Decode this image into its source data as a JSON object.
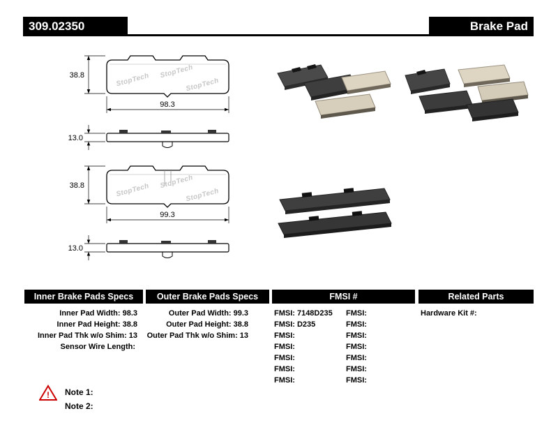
{
  "colors": {
    "header_bg": "#000000",
    "header_text": "#ffffff",
    "warning_red": "#cc0000"
  },
  "header": {
    "part_number": "309.02350",
    "product_name": "Brake Pad"
  },
  "diagrams": {
    "watermark": "StopTech",
    "inner_front": {
      "height": "38.8",
      "width": "98.3"
    },
    "inner_side": {
      "thickness": "13.0"
    },
    "outer_front": {
      "height": "38.8",
      "width": "99.3"
    },
    "outer_side": {
      "thickness": "13.0"
    }
  },
  "specs": {
    "inner": {
      "title": "Inner Brake Pads Specs",
      "rows": [
        {
          "label": "Inner Pad Width:",
          "value": "98.3"
        },
        {
          "label": "Inner Pad Height:",
          "value": "38.8"
        },
        {
          "label": "Inner Pad Thk w/o Shim:",
          "value": "13"
        },
        {
          "label": "Sensor Wire Length:",
          "value": ""
        }
      ]
    },
    "outer": {
      "title": "Outer Brake Pads Specs",
      "rows": [
        {
          "label": "Outer Pad Width:",
          "value": "99.3"
        },
        {
          "label": "Outer Pad Height:",
          "value": "38.8"
        },
        {
          "label": "Outer Pad Thk w/o Shim:",
          "value": "13"
        }
      ]
    },
    "fmsi": {
      "title": "FMSI #",
      "col1": [
        {
          "label": "FMSI:",
          "value": "7148D235"
        },
        {
          "label": "FMSI:",
          "value": "D235"
        },
        {
          "label": "FMSI:",
          "value": ""
        },
        {
          "label": "FMSI:",
          "value": ""
        },
        {
          "label": "FMSI:",
          "value": ""
        },
        {
          "label": "FMSI:",
          "value": ""
        },
        {
          "label": "FMSI:",
          "value": ""
        }
      ],
      "col2": [
        {
          "label": "FMSI:",
          "value": ""
        },
        {
          "label": "FMSI:",
          "value": ""
        },
        {
          "label": "FMSI:",
          "value": ""
        },
        {
          "label": "FMSI:",
          "value": ""
        },
        {
          "label": "FMSI:",
          "value": ""
        },
        {
          "label": "FMSI:",
          "value": ""
        },
        {
          "label": "FMSI:",
          "value": ""
        }
      ]
    },
    "related": {
      "title": "Related Parts",
      "rows": [
        {
          "label": "Hardware Kit #:",
          "value": ""
        }
      ]
    }
  },
  "notes": {
    "items": [
      "Note 1:",
      "Note 2:"
    ]
  }
}
